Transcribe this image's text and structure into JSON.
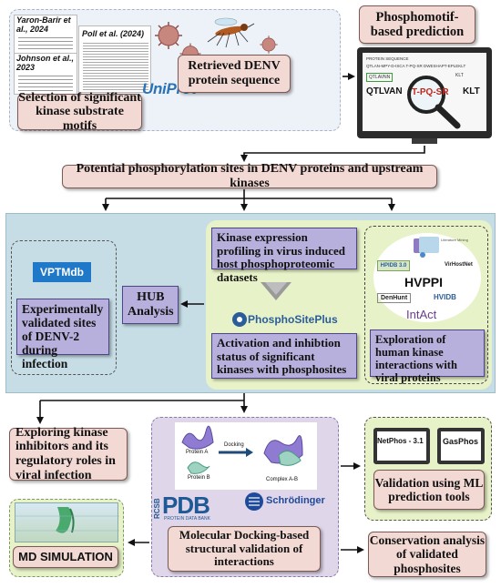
{
  "top": {
    "refs": {
      "yaron": "Yaron-Barir et al., 2024",
      "poll": "Poll et al. (2024)",
      "johnson": "Johnson et al., 2023"
    },
    "uniprot": "UniProt",
    "retrieved": "Retrieved DENV protein sequence",
    "selection": "Selection of significant kinase substrate motifs",
    "phosphomotif": "Phosphomotif-based prediction",
    "monitor": {
      "protein_sequence_label": "PROTEIN SEQUENCE",
      "seq_line": "QTLAN-MPY-D-ISCA T-PQ-SR DWESHAPT-EPLEKLT",
      "motif_small_a": "QTLAVNN",
      "motif_small_b": "KLT",
      "left_seq": "QTLVAN",
      "highlight": "T-PQ-SR",
      "right_seq": "KLT"
    }
  },
  "potential": "Potential phosphorylation sites in DENV proteins and upstream kinases",
  "middle": {
    "vptmdb": "VPTMdb",
    "experimental": "Experimentally validated sites of DENV-2 during infection",
    "hub": "HUB Analysis",
    "kinase_expression": "Kinase expression profiling in virus induced host phosphoproteomic datasets",
    "phosphositeplus": "PhosphoSitePlus",
    "activation": "Activation and inhibtion status of significant kinases with phosphosites",
    "databases": {
      "hpidb": "HPIDB 3.0",
      "virhostnet": "VirHostNet",
      "hvppi": "HVPPI",
      "denhunt": "DenHunt",
      "hvidb": "HVIDB",
      "intact": "IntAct",
      "literature": "Literature Mining"
    },
    "exploration": "Exploration of human kinase interactions with viral proteins"
  },
  "bottom": {
    "inhibitors": "Exploring kinase inhibitors and its regulatory roles in viral infection",
    "docking": {
      "protein_a": "Protein A",
      "protein_b": "Protein B",
      "arrow_label": "Docking",
      "complex": "Complex A-B"
    },
    "pdb": "PDB",
    "pdb_sub": "PROTEIN DATA BANK",
    "rcsb": "RCSB",
    "schrodinger": "Schrödinger",
    "molecular": "Molecular Docking-based structural validation of interactions",
    "md": "MD SIMULATION",
    "netphos": "NetPhos - 3.1",
    "gasphos": "GasPhos",
    "validation": "Validation using ML prediction tools",
    "conservation": "Conservation analysis of validated phosphosites"
  },
  "colors": {
    "pink": "#f2d9d4",
    "purple": "#b8b0dc",
    "panel_blue": "#c6dde6",
    "panel_green": "#e8f2c8",
    "panel_lavender": "#e0d6ea",
    "highlight_red": "#c0281e"
  }
}
